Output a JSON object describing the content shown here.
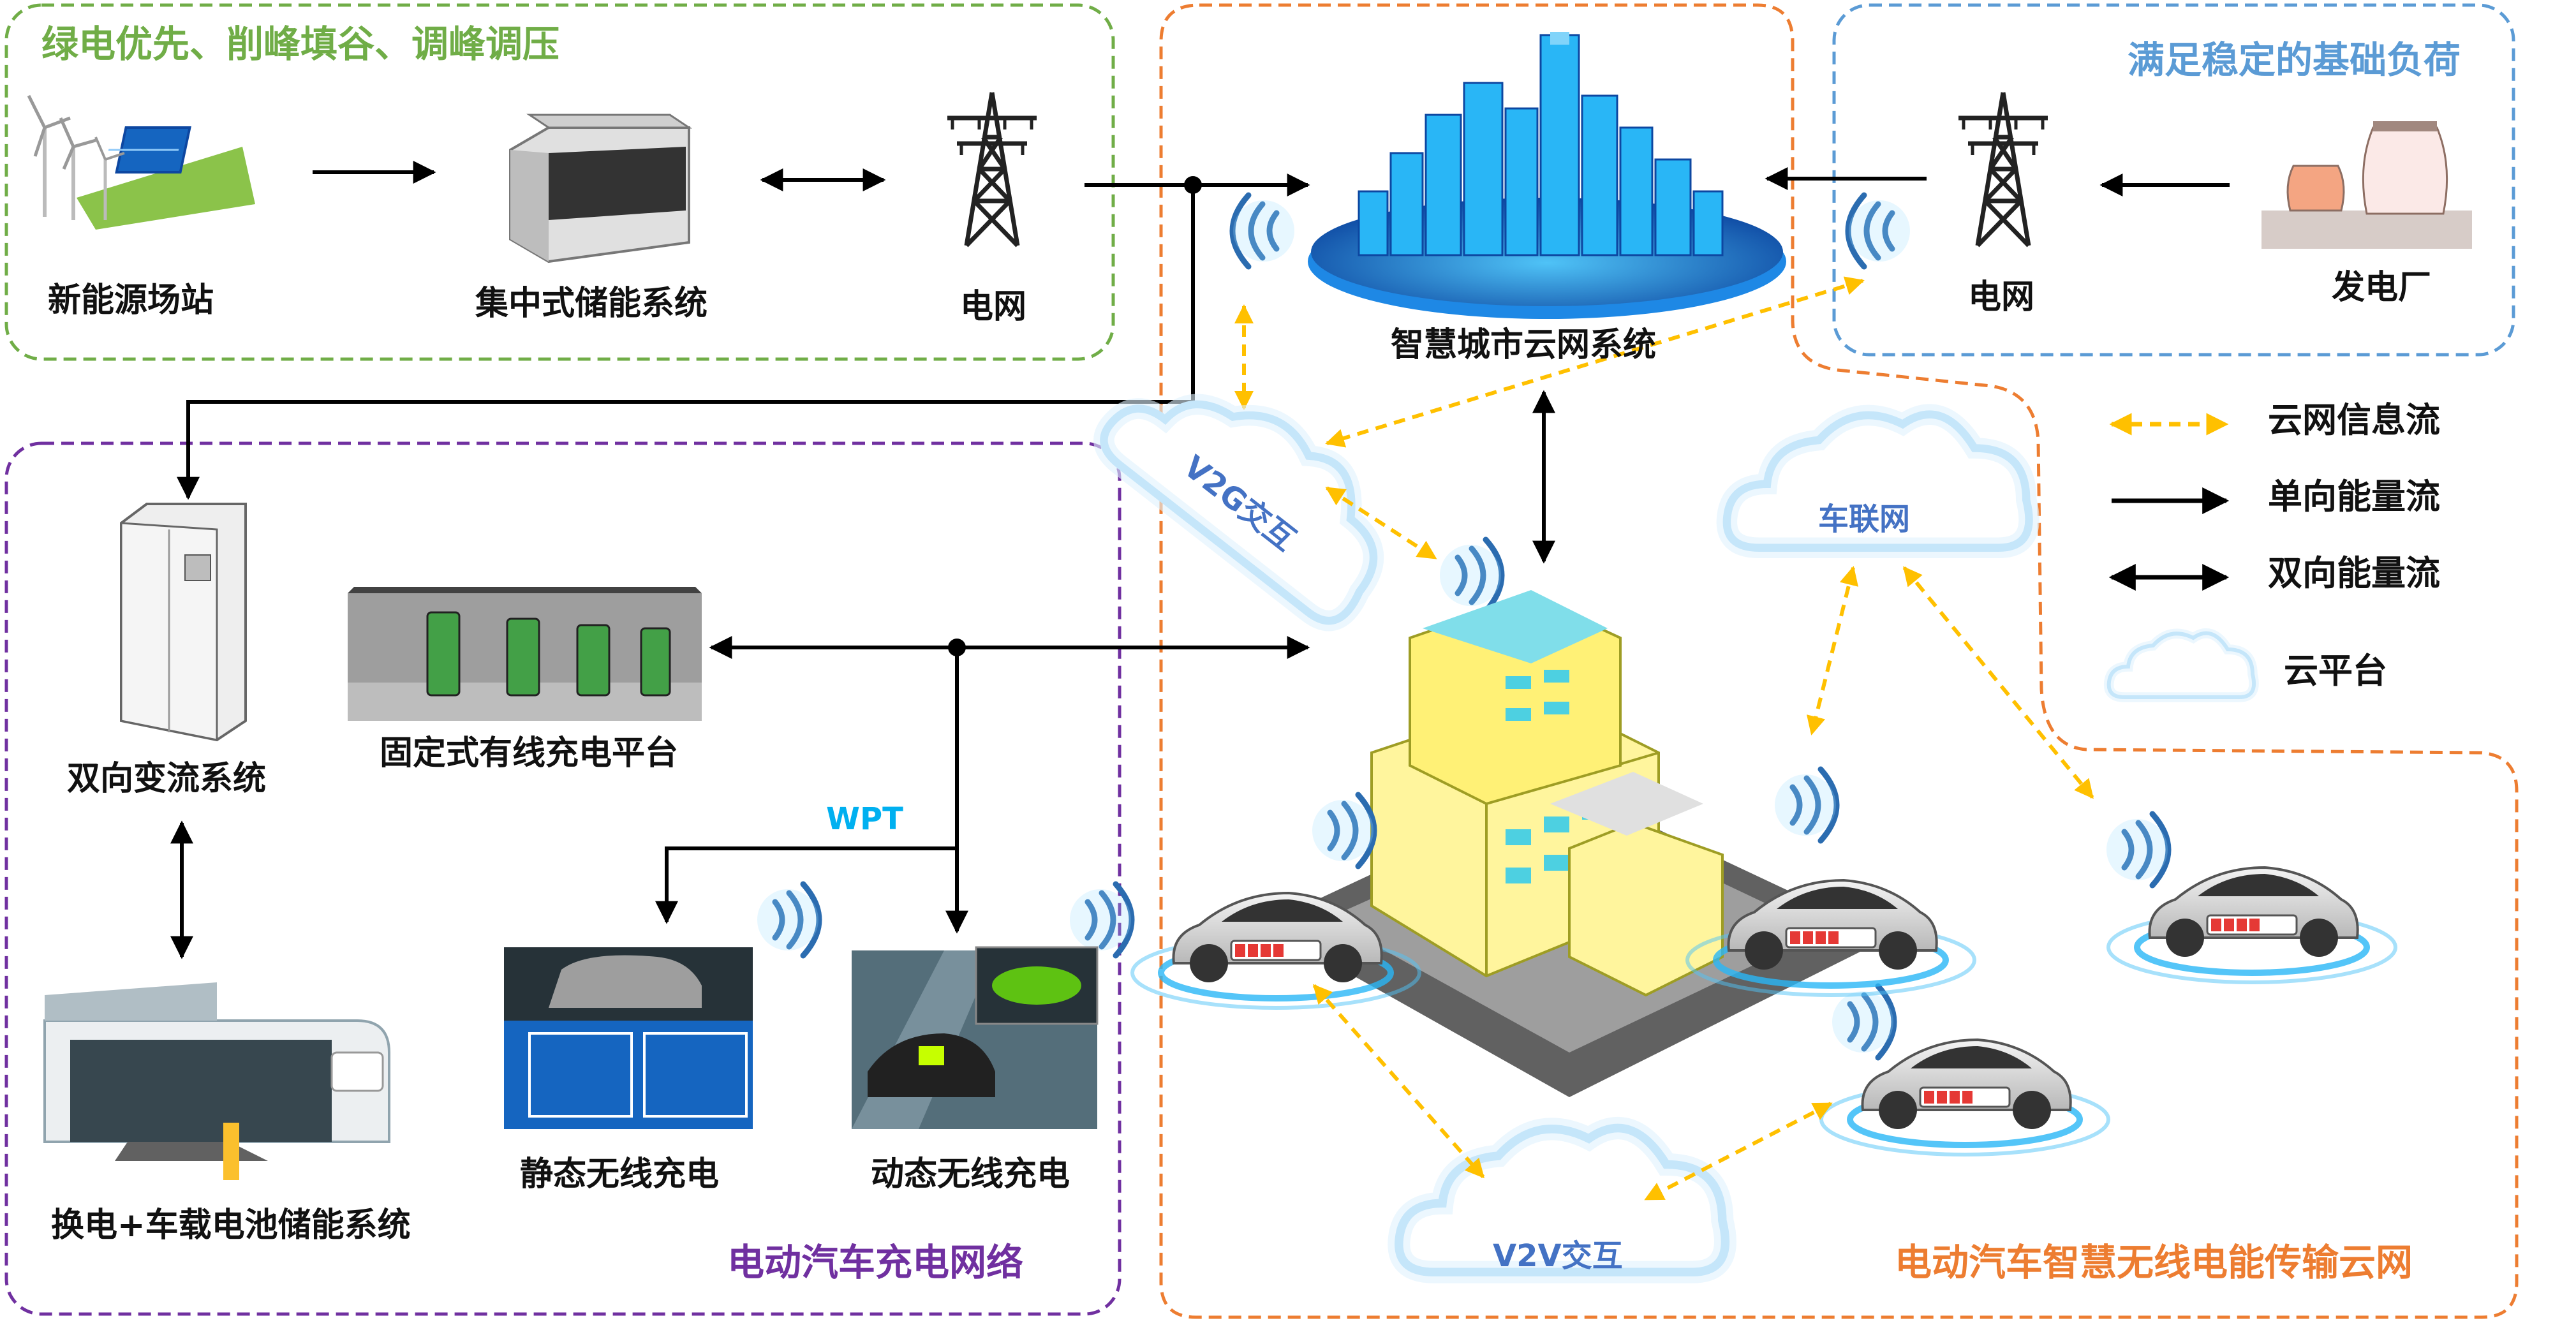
{
  "groups": {
    "green_title": "绿电优先、削峰填谷、调峰调压",
    "blue_title": "满足稳定的基础负荷",
    "purple_title": "电动汽车充电网络",
    "orange_title": "电动汽车智慧无线电能传输云网"
  },
  "nodes": {
    "renewable_station": "新能源场站",
    "central_storage": "集中式储能系统",
    "grid_left": "电网",
    "smart_city": "智慧城市云网系统",
    "grid_right": "电网",
    "power_plant": "发电厂",
    "bidirectional_converter": "双向变流系统",
    "fixed_wired_charging": "固定式有线充电平台",
    "wpt": "WPT",
    "static_wireless": "静态无线充电",
    "dynamic_wireless": "动态无线充电",
    "battery_swap": "换电+车载电池储能系统"
  },
  "clouds": {
    "v2g": "V2G交互",
    "iov": "车联网",
    "v2v": "V2V交互"
  },
  "legend": {
    "info_flow": "云网信息流",
    "one_way_energy": "单向能量流",
    "two_way_energy": "双向能量流",
    "cloud_platform": "云平台"
  },
  "colors": {
    "green": "#70ad47",
    "blue": "#5b9bd5",
    "purple": "#7030a0",
    "orange": "#ed7d31",
    "info_flow": "#ffc000",
    "cloud_blue": "#4472c4",
    "wpt": "#00b0f0"
  }
}
